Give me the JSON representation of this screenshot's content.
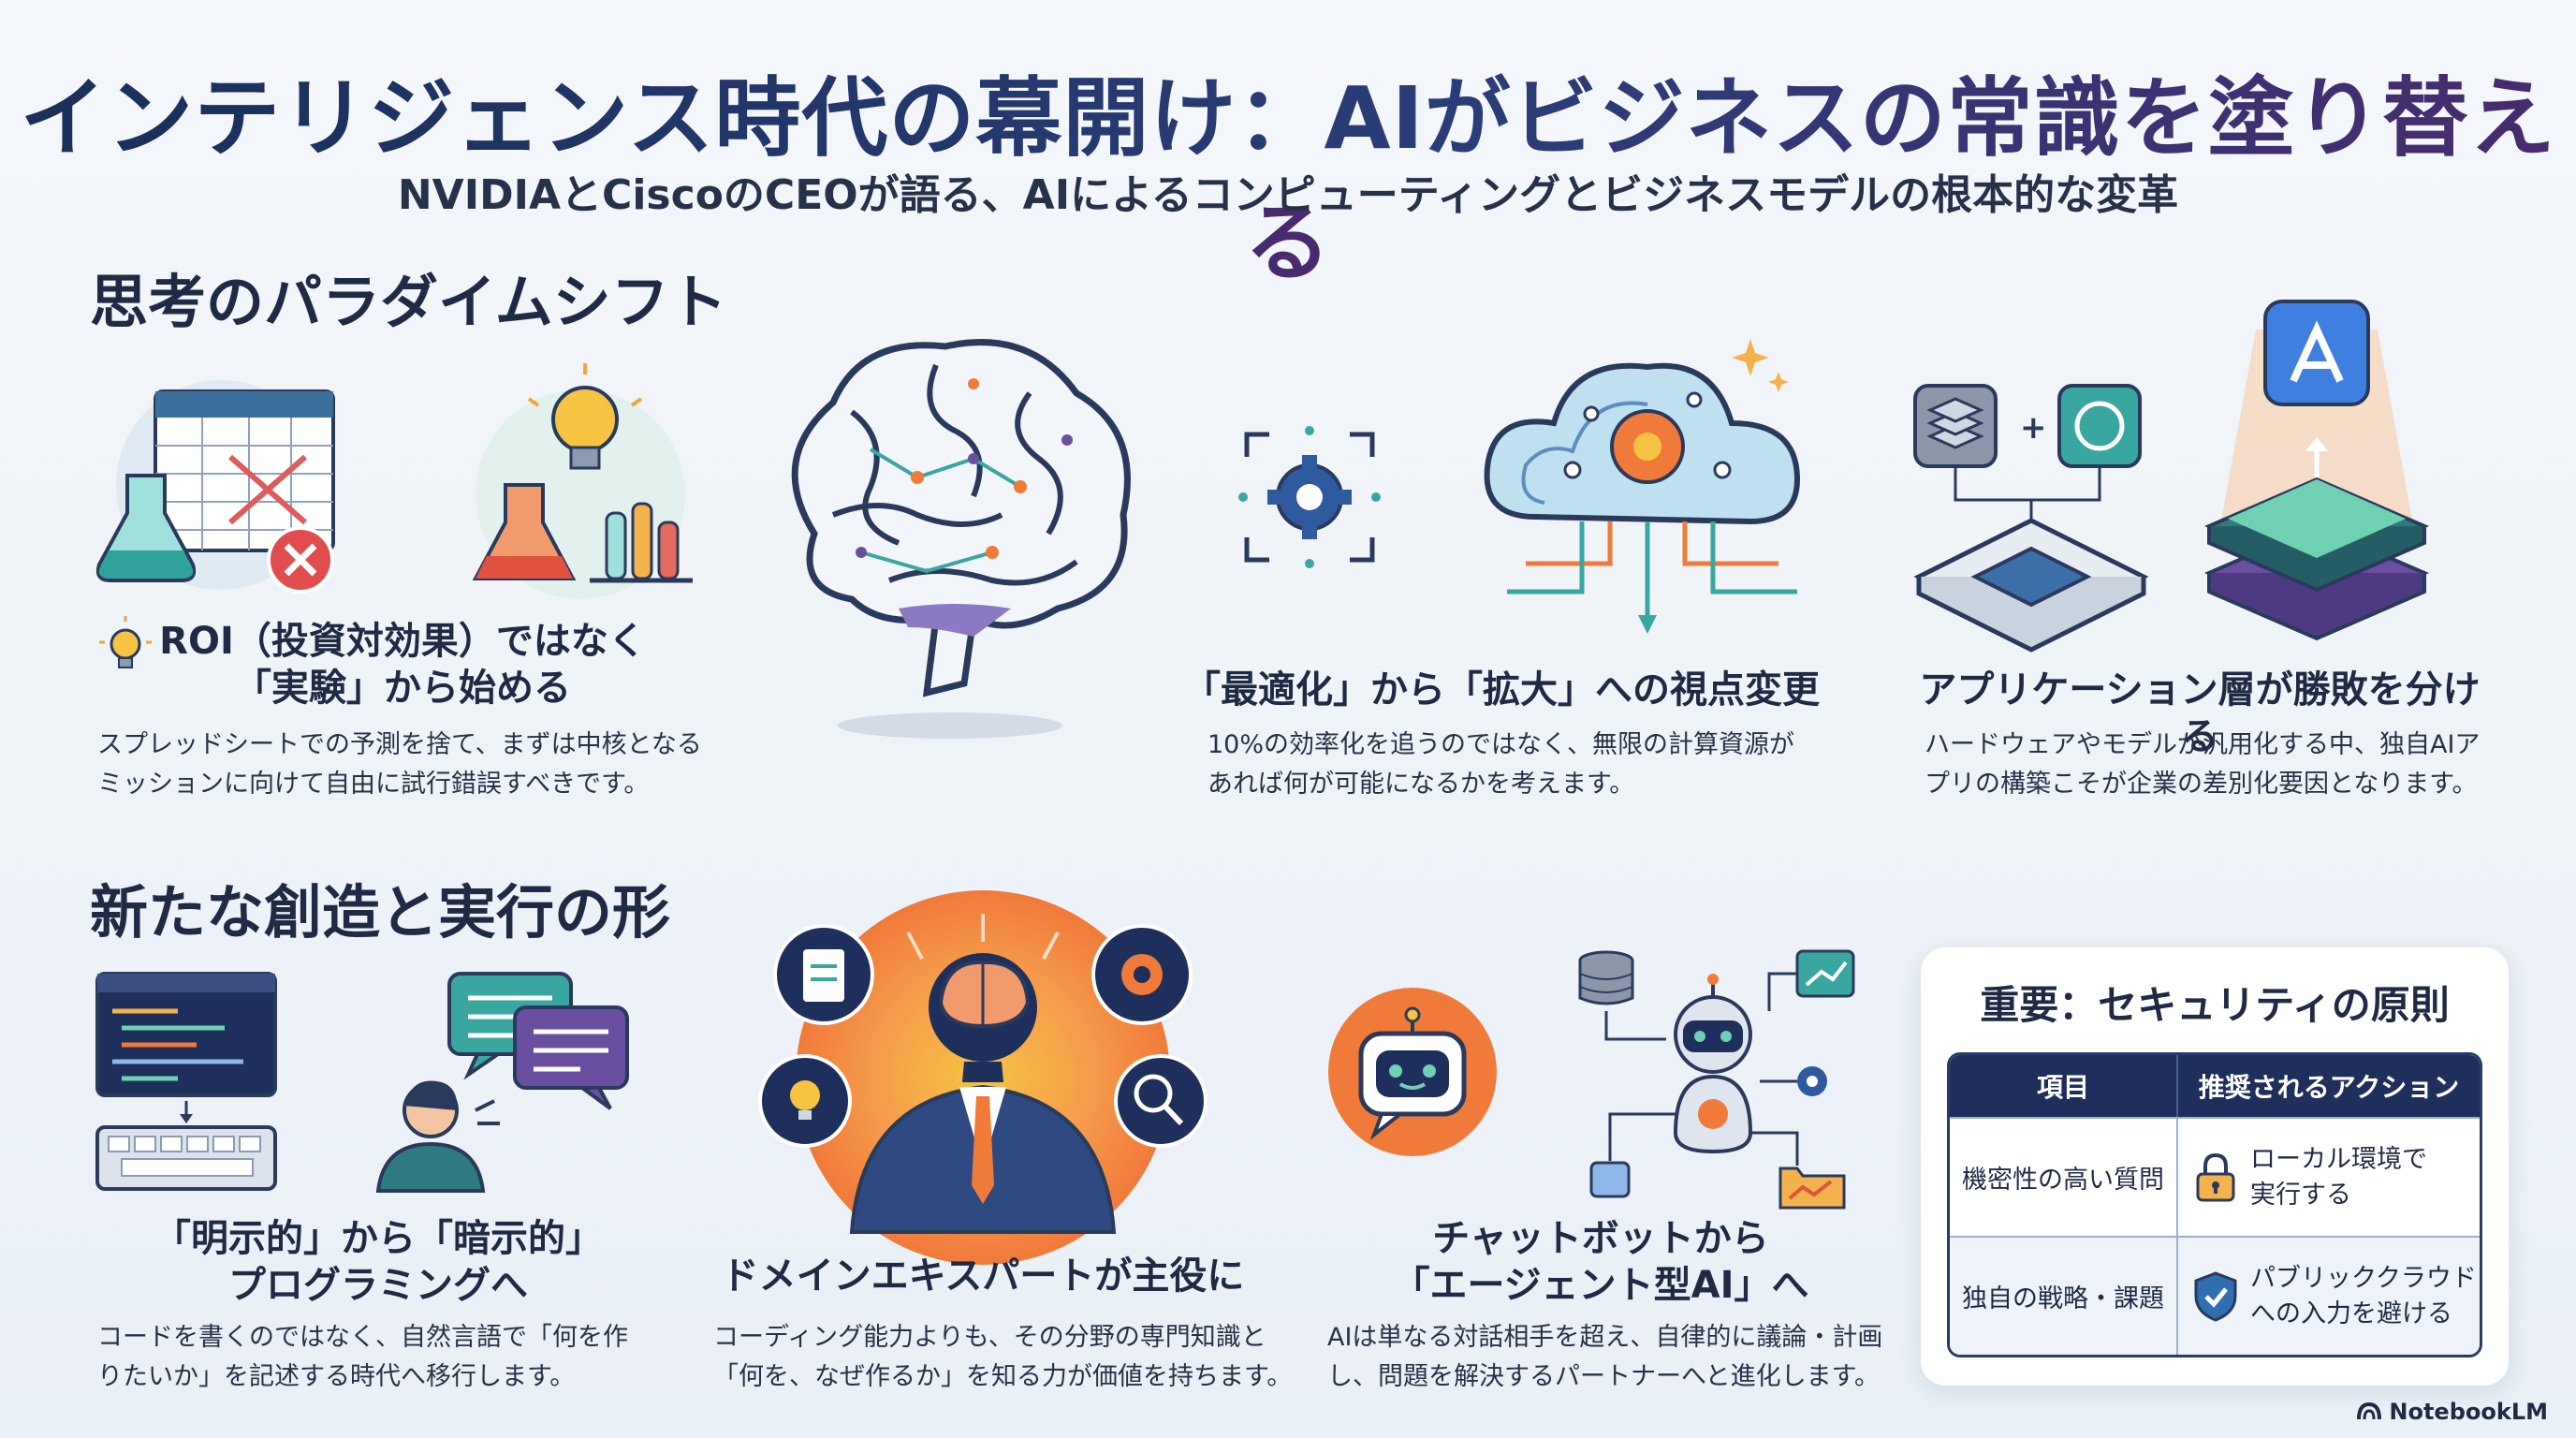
{
  "header": {
    "title": "インテリジェンス時代の幕開け：AIがビジネスの常識を塗り替える",
    "subtitle": "NVIDIAとCiscoのCEOが語る、AIによるコンピューティングとビジネスモデルの根本的な変革"
  },
  "section1": {
    "title": "思考のパラダイムシフト",
    "cards": [
      {
        "title_line1": "ROI（投資対効果）ではなく",
        "title_line2": "「実験」から始める",
        "body_line1": "スプレッドシートでの予測を捨て、まずは中核となる",
        "body_line2": "ミッションに向けて自由に試行錯誤すべきです。"
      },
      {
        "title": "「最適化」から「拡大」への視点変更",
        "body_line1": "10%の効率化を追うのではなく、無限の計算資源が",
        "body_line2": "あれば何が可能になるかを考えます。"
      },
      {
        "title": "アプリケーション層が勝敗を分ける",
        "body_line1": "ハードウェアやモデルが汎用化する中、独自AIア",
        "body_line2": "プリの構築こそが企業の差別化要因となります。"
      }
    ]
  },
  "section2": {
    "title": "新たな創造と実行の形",
    "cards": [
      {
        "title_line1": "「明示的」から「暗示的」",
        "title_line2": "プログラミングへ",
        "body_line1": "コードを書くのではなく、自然言語で「何を作",
        "body_line2": "りたいか」を記述する時代へ移行します。"
      },
      {
        "title": "ドメインエキスパートが主役に",
        "body_line1": "コーディング能力よりも、その分野の専門知識と",
        "body_line2": "「何を、なぜ作るか」を知る力が価値を持ちます。"
      },
      {
        "title_line1": "チャットボットから",
        "title_line2": "「エージェント型AI」へ",
        "body_line1": "AIは単なる対話相手を超え、自律的に議論・計画",
        "body_line2": "し、問題を解決するパートナーへと進化します。"
      }
    ]
  },
  "security": {
    "title": "重要：セキュリティの原則",
    "headers": [
      "項目",
      "推奨されるアクション"
    ],
    "rows": [
      {
        "item": "機密性の高い質問",
        "action_line1": "ローカル環境で",
        "action_line2": "実行する",
        "icon": "lock-icon"
      },
      {
        "item": "独自の戦略・課題",
        "action_line1": "パブリッククラウド",
        "action_line2": "への入力を避ける",
        "icon": "shield-icon"
      }
    ]
  },
  "footer": {
    "brand": "NotebookLM"
  },
  "colors": {
    "navy": "#1f2f5c",
    "teal": "#3aa6a0",
    "orange": "#f07a3a",
    "purple": "#6a4fa0"
  }
}
